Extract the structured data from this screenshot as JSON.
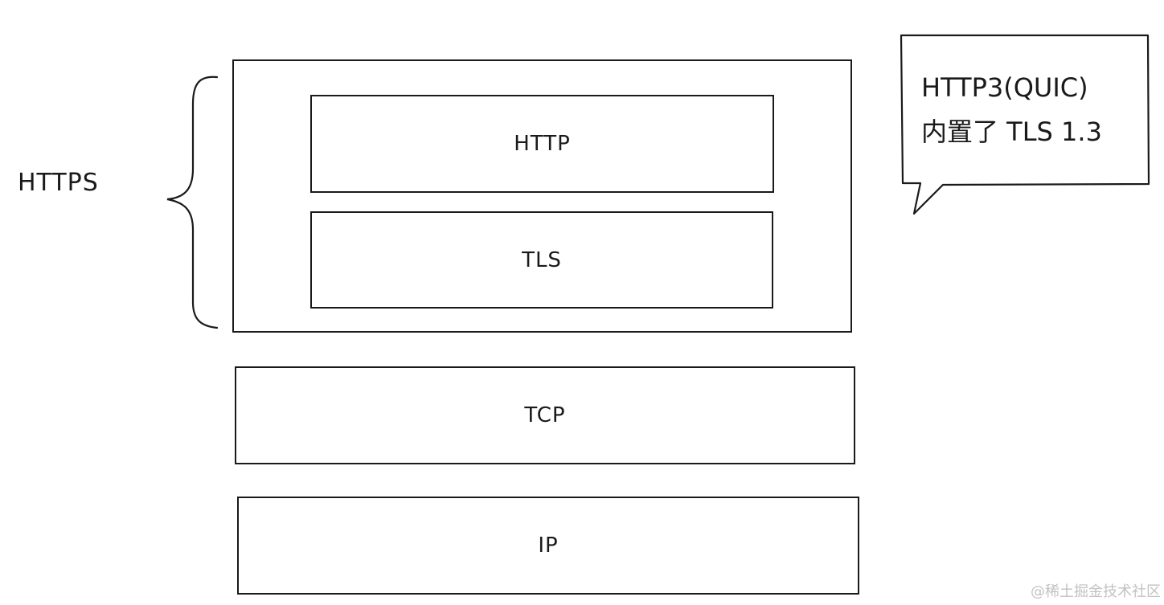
{
  "https_label": "HTTPS",
  "layers": {
    "http": "HTTP",
    "tls": "TLS",
    "tcp": "TCP",
    "ip": "IP"
  },
  "callout": {
    "line1": "HTTP3(QUIC)",
    "line2": "内置了 TLS 1.3"
  },
  "watermark": "@稀土掘金技术社区"
}
